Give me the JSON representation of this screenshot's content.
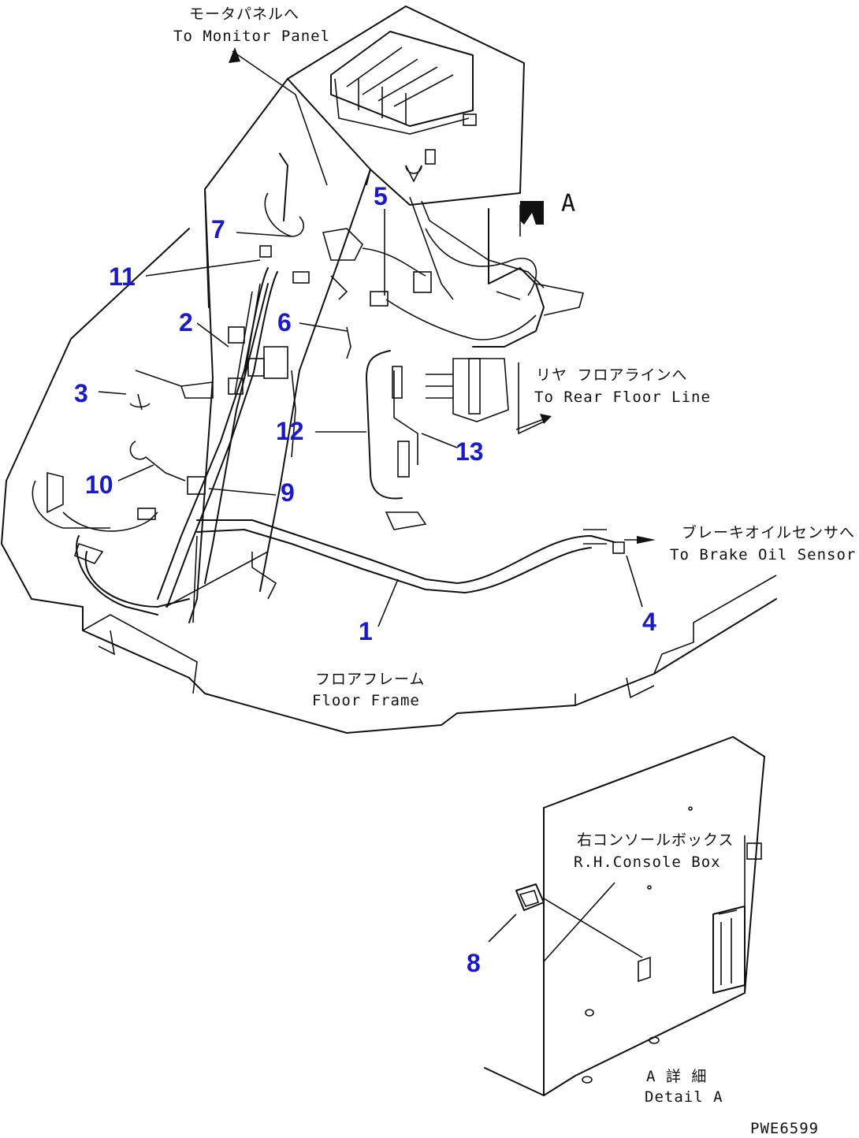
{
  "labels": {
    "monitor_jp": "モータパネルへ",
    "monitor_en": "To Monitor Panel",
    "rear_floor_jp": "リヤ フロアラインへ",
    "rear_floor_en": "To Rear Floor Line",
    "brake_sensor_jp": "ブレーキオイルセンサへ",
    "brake_sensor_en": "To Brake Oil Sensor",
    "floor_frame_jp": "フロアフレーム",
    "floor_frame_en": "Floor Frame",
    "console_jp": "右コンソールボックス",
    "console_en": "R.H.Console Box",
    "detail_jp": "A 詳 細",
    "detail_en": "Detail A",
    "view_marker": "A",
    "drawing_code": "PWE6599"
  },
  "callouts": [
    "1",
    "2",
    "3",
    "4",
    "5",
    "6",
    "7",
    "8",
    "9",
    "10",
    "11",
    "12",
    "13"
  ],
  "colors": {
    "callout": "#1a1acc",
    "line": "#111111",
    "background": "#ffffff"
  }
}
